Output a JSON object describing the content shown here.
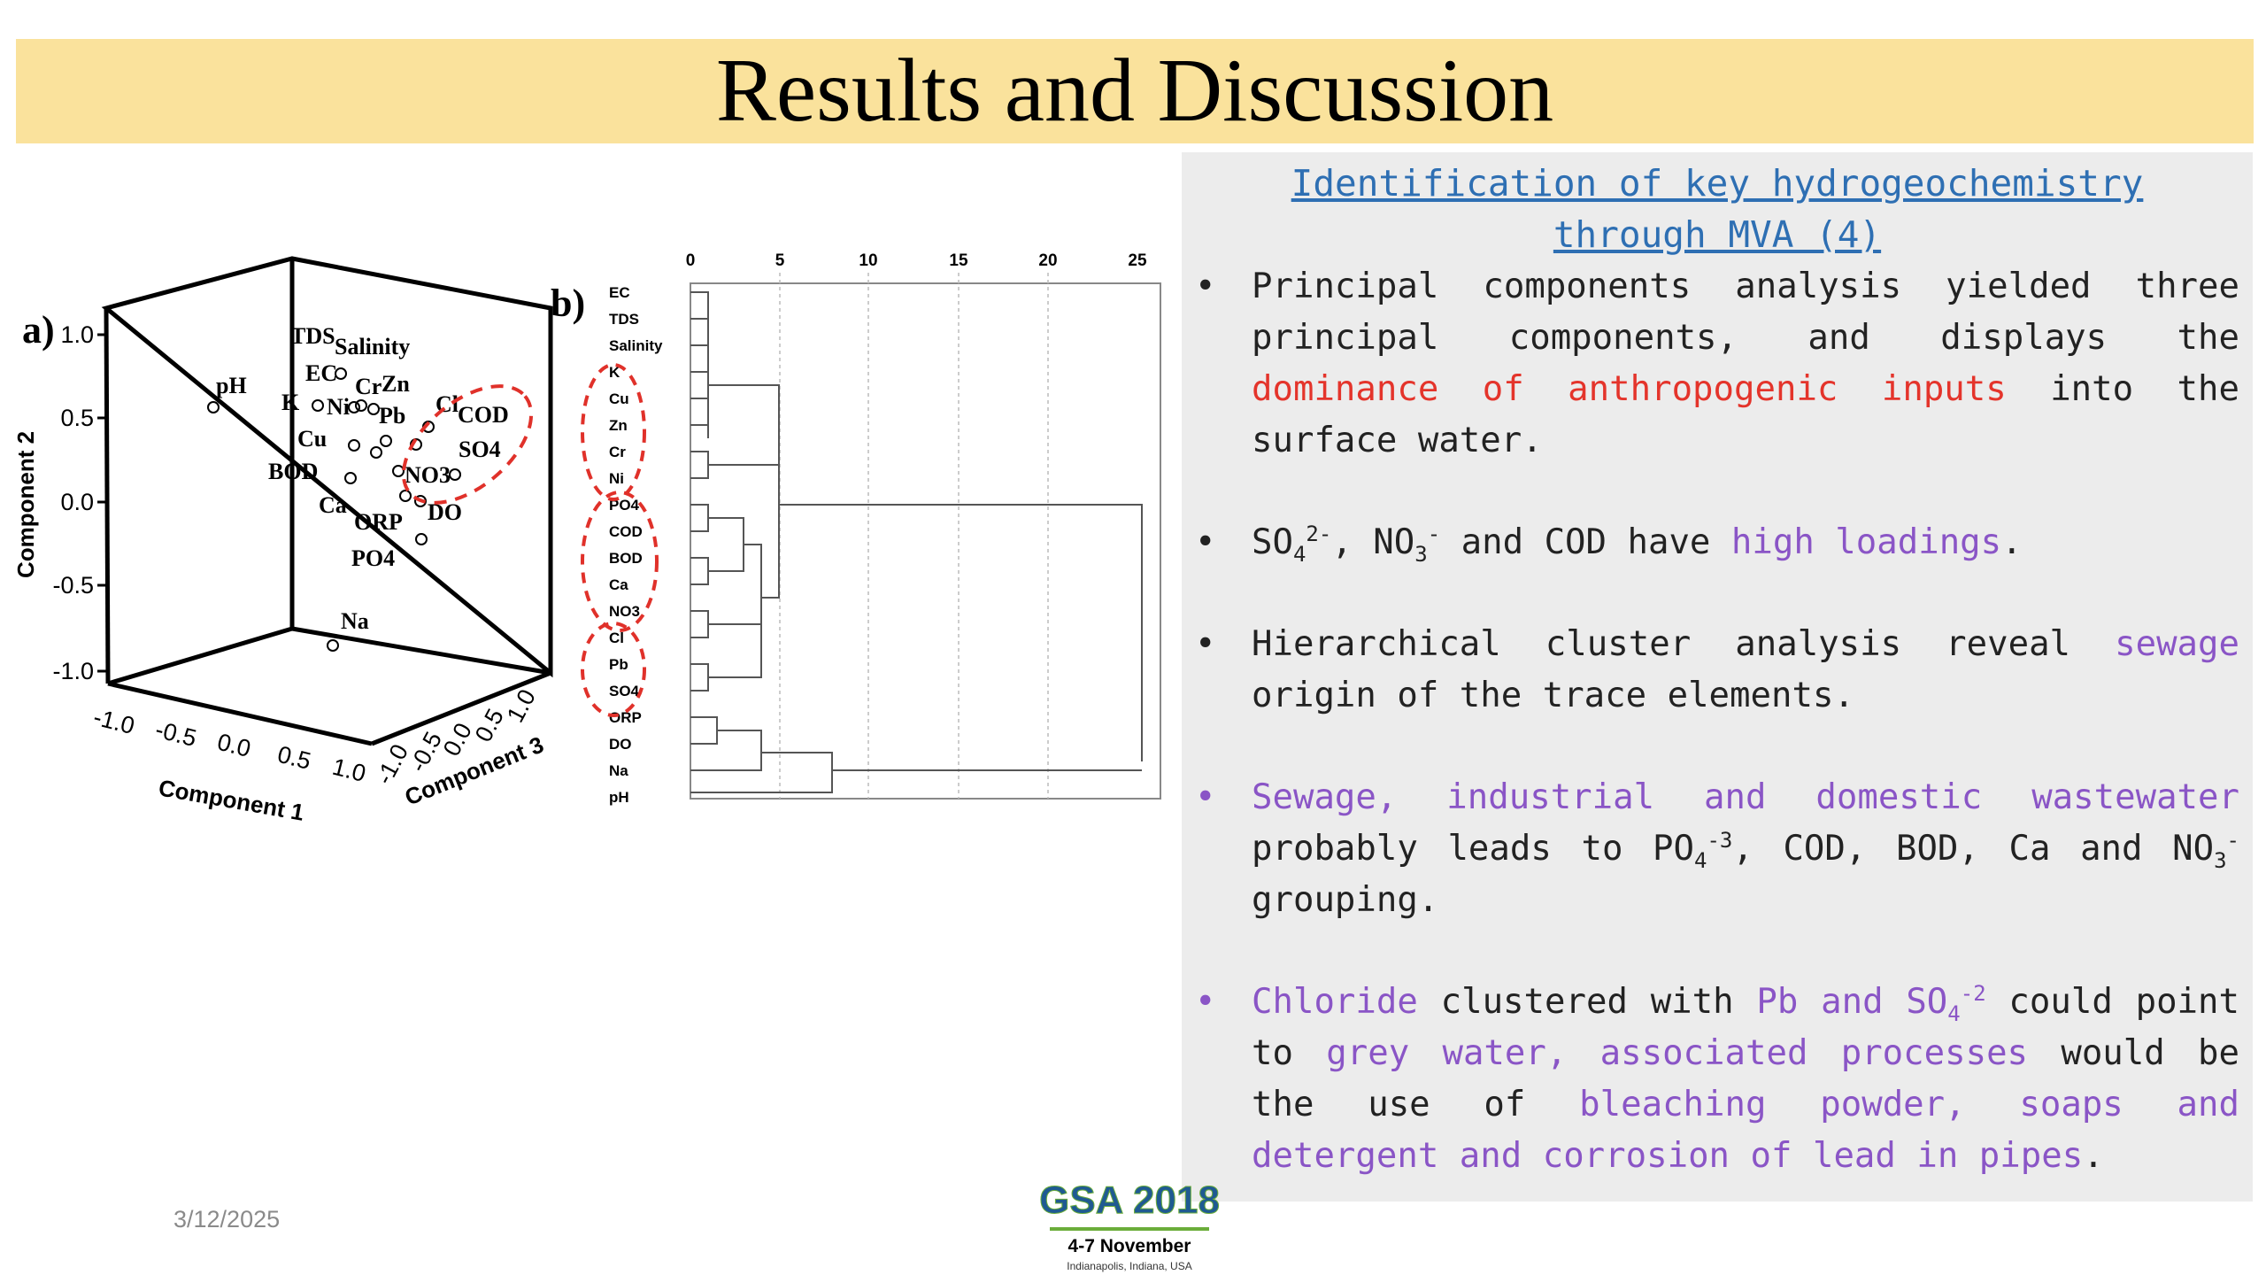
{
  "slide": {
    "title": "Results and Discussion",
    "date": "3/12/2025"
  },
  "panel": {
    "heading_line1": "Identification of key hydrogeochemistry",
    "heading_line2": "through MVA (4)",
    "bullets": [
      {
        "a": "Principal components analysis yielded three principal components, and displays the ",
        "b": "dominance of anthropogenic inputs",
        "c": " into the surface water."
      },
      {
        "so4": "SO",
        "so4_sub": "4",
        "so4_sup": "2-",
        "comma": ", ",
        "no3": "NO",
        "no3_sub": "3",
        "no3_sup": "-",
        "mid": " and COD have ",
        "hl": "high loadings",
        "end": "."
      },
      {
        "a": "Hierarchical cluster analysis reveal ",
        "b": "sewage",
        "c": " origin of the trace elements."
      },
      {
        "a": "Sewage, industrial and domestic wastewater",
        "b": " probably leads to PO",
        "po4_sub": "4",
        "po4_sup": "-3",
        "c": ", COD, BOD, Ca and NO",
        "no3_sub": "3",
        "no3_sup": "-",
        "d": " grouping."
      },
      {
        "a": "Chloride",
        "b": " clustered with ",
        "c": "Pb and SO",
        "so4_sub": "4",
        "so4_sup": "-2",
        "d": " could point to ",
        "e": "grey water, associated processes",
        "f": " would be the use of ",
        "g": "bleaching powder, soaps and detergent and corrosion of lead in pipes",
        "h": "."
      }
    ]
  },
  "figure_a": {
    "panel_label": "a)",
    "xlabel": "Component 1",
    "ylabel": "Component 2",
    "zlabel": "Component 3",
    "y_ticks": [
      "1.0",
      "0.5",
      "0.0",
      "-0.5",
      "-1.0"
    ],
    "x_ticks": [
      "-1.0",
      "-0.5",
      "0.0",
      "0.5",
      "1.0"
    ],
    "z_ticks": [
      "1.0",
      "0.5",
      "0.0",
      "-0.5",
      "-1.0"
    ],
    "variables": [
      "pH",
      "TDS",
      "Salinity",
      "EC",
      "K",
      "Ni",
      "Cr",
      "Zn",
      "Pb",
      "Cl",
      "COD",
      "SO4",
      "Cu",
      "BOD",
      "NO3",
      "Ca",
      "ORP",
      "DO",
      "PO4",
      "Na"
    ]
  },
  "figure_b": {
    "panel_label": "b)",
    "axis_ticks": [
      "0",
      "5",
      "10",
      "15",
      "20",
      "25"
    ],
    "leaves": [
      "EC",
      "TDS",
      "Salinity",
      "K",
      "Cu",
      "Zn",
      "Cr",
      "Ni",
      "PO4",
      "COD",
      "BOD",
      "Ca",
      "NO3",
      "Cl",
      "Pb",
      "SO4",
      "ORP",
      "DO",
      "Na",
      "pH"
    ]
  },
  "logo": {
    "main": "GSA 2018",
    "dates": "4-7 November",
    "place": "Indianapolis, Indiana, USA"
  },
  "colors": {
    "title_bar": "#fae29c",
    "panel_bg": "#ececec",
    "heading": "#2e6fb3",
    "red_text": "#e4342b",
    "purple_text": "#8a55c6",
    "highlight_circle": "#e0312a"
  }
}
